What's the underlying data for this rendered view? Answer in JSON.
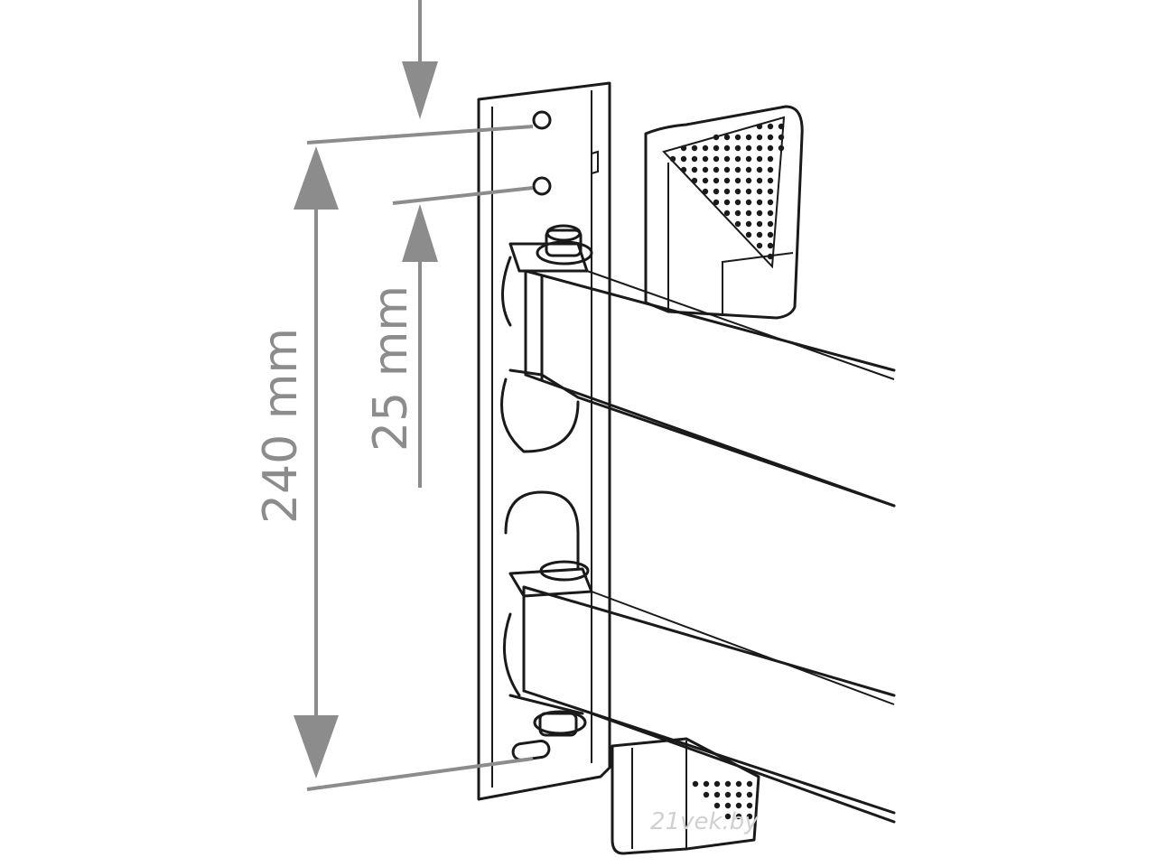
{
  "dimensions": {
    "height_label": "240 mm",
    "spacing_label": "25 mm"
  },
  "watermark": "21vek.by",
  "colors": {
    "line": "#1a1a1a",
    "dimension": "#8c8c8c",
    "background": "#ffffff"
  }
}
